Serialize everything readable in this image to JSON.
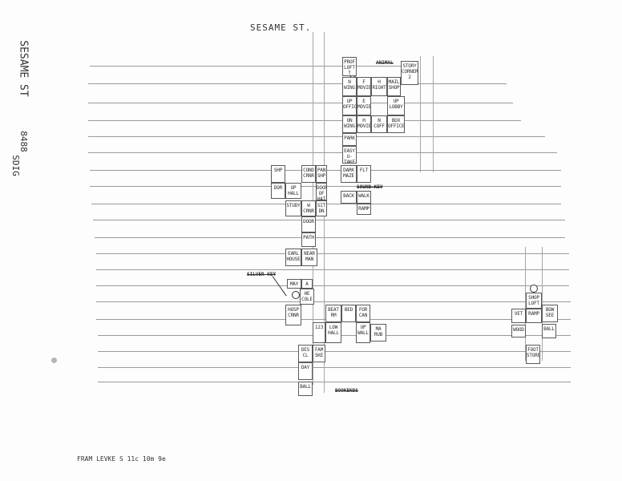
{
  "title": "SESAME ST.",
  "side_title": "SESAME ST",
  "side_code": "8488",
  "side_sub": "SDIG",
  "footer": "FRAM LEVKE     S  11c  10m  9e",
  "item_labels": {
    "animal": "ANIMAL",
    "sound_key": "SOUND KEY",
    "silver_key": "SILVER KEY",
    "bookends": "BOOKENDS"
  },
  "cells": {
    "c1": "PROF\nLOFT\nT",
    "c3": "STORY\nCORNER\n2",
    "c4": "N\nWING",
    "c5": "F\nMOVIE",
    "c6": "H\nRIGHT",
    "c7": "MAIL\nSHOP",
    "c8": "UP\nOFFICE",
    "c9": "E\nMOVIE",
    "c10": "UP\nLOBBY",
    "c11": "ON\nWING",
    "c12": "H\nMOVIE",
    "c13": "N\nCOFF",
    "c14": "BOX\nOFFICE",
    "c15": "PARK",
    "c16": "EASY\nU-TAKE",
    "c17": "SHP",
    "c18": "COND\nCRNR",
    "c19": "PAN\nSHP",
    "c20": "DARK\nMAZE",
    "c21": "FLT",
    "c22": "DOR",
    "c23": "UP\nHALL",
    "c24": "DOOR\nOF\nHAT",
    "c25": "BACK",
    "c26": "WALK",
    "c27": "STUDY",
    "c28": "W\nCRNR",
    "c29": "SIT\nDN",
    "c30": "RAMP",
    "c31": "DOOR",
    "c32": "PATH",
    "c33": "EARL\nHOUSE",
    "c34": "NEAR\nMAN",
    "c35": "MAY",
    "c36": "A",
    "c37": "HE\nCOLE",
    "c38": "HOSP\nCRNR",
    "c39": "BEAT\nRM",
    "c40": "BED",
    "c41": "FOR\nCAN",
    "c42": "123",
    "c43": "LOW\nHALL",
    "c44": "UP\nWALL",
    "c45": "MA\nRUB",
    "c46": "DES\nCL",
    "c47": "FAM\nSKE",
    "c48": "DAY",
    "c49": "BALL",
    "c50": "SHOP\nLOFT",
    "c51": "VET",
    "c52": "RAMP",
    "c53": "BOW\nSEE",
    "c54": "WOOD",
    "c55": "BALL",
    "c56": "FOOT\nSTORE"
  }
}
